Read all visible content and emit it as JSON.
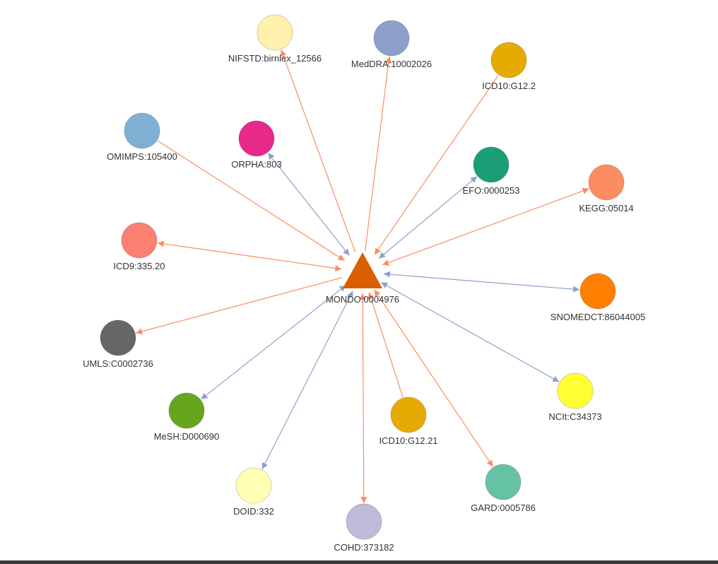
{
  "graph": {
    "center": {
      "id": "MONDO:0004976",
      "label": "MONDO:0004976",
      "color": "#d95f02"
    },
    "edge_colors": {
      "orange": "#fc8d62",
      "blue": "#8da0cb"
    },
    "nodes": [
      {
        "id": "NIFSTD:birnlex_12566",
        "label": "NIFSTD:birnlex_12566",
        "color": "#fff2ae",
        "edge": "orange",
        "arrow": "to-node"
      },
      {
        "id": "MedDRA:10002026",
        "label": "MedDRA:10002026",
        "color": "#8da0cb",
        "edge": "orange",
        "arrow": "to-node"
      },
      {
        "id": "ICD10:G12.2",
        "label": "ICD10:G12.2",
        "color": "#e6ab02",
        "edge": "orange",
        "arrow": "to-center"
      },
      {
        "id": "OMIMPS:105400",
        "label": "OMIMPS:105400",
        "color": "#7fb0d4",
        "edge": "orange",
        "arrow": "to-center"
      },
      {
        "id": "ORPHA:803",
        "label": "ORPHA:803",
        "color": "#e7298a",
        "edge": "blue",
        "arrow": "both"
      },
      {
        "id": "EFO:0000253",
        "label": "EFO:0000253",
        "color": "#1b9e77",
        "edge": "blue",
        "arrow": "both"
      },
      {
        "id": "KEGG:05014",
        "label": "KEGG:05014",
        "color": "#fc8d62",
        "edge": "orange",
        "arrow": "both"
      },
      {
        "id": "ICD9:335.20",
        "label": "ICD9:335.20",
        "color": "#fb8072",
        "edge": "orange",
        "arrow": "both"
      },
      {
        "id": "SNOMEDCT:86044005",
        "label": "SNOMEDCT:86044005",
        "color": "#ff7f00",
        "edge": "blue",
        "arrow": "both"
      },
      {
        "id": "UMLS:C0002736",
        "label": "UMLS:C0002736",
        "color": "#666666",
        "edge": "orange",
        "arrow": "to-node"
      },
      {
        "id": "NCIt:C34373",
        "label": "NCIt:C34373",
        "color": "#ffff33",
        "edge": "blue",
        "arrow": "both"
      },
      {
        "id": "MeSH:D000690",
        "label": "MeSH:D000690",
        "color": "#66a61e",
        "edge": "blue",
        "arrow": "both"
      },
      {
        "id": "ICD10:G12.21",
        "label": "ICD10:G12.21",
        "color": "#e6ab02",
        "edge": "orange",
        "arrow": "to-center"
      },
      {
        "id": "GARD:0005786",
        "label": "GARD:0005786",
        "color": "#66c2a5",
        "edge": "orange",
        "arrow": "both"
      },
      {
        "id": "DOID:332",
        "label": "DOID:332",
        "color": "#ffffb3",
        "edge": "blue",
        "arrow": "both"
      },
      {
        "id": "COHD:373182",
        "label": "COHD:373182",
        "color": "#bebada",
        "edge": "orange",
        "arrow": "both"
      }
    ]
  }
}
